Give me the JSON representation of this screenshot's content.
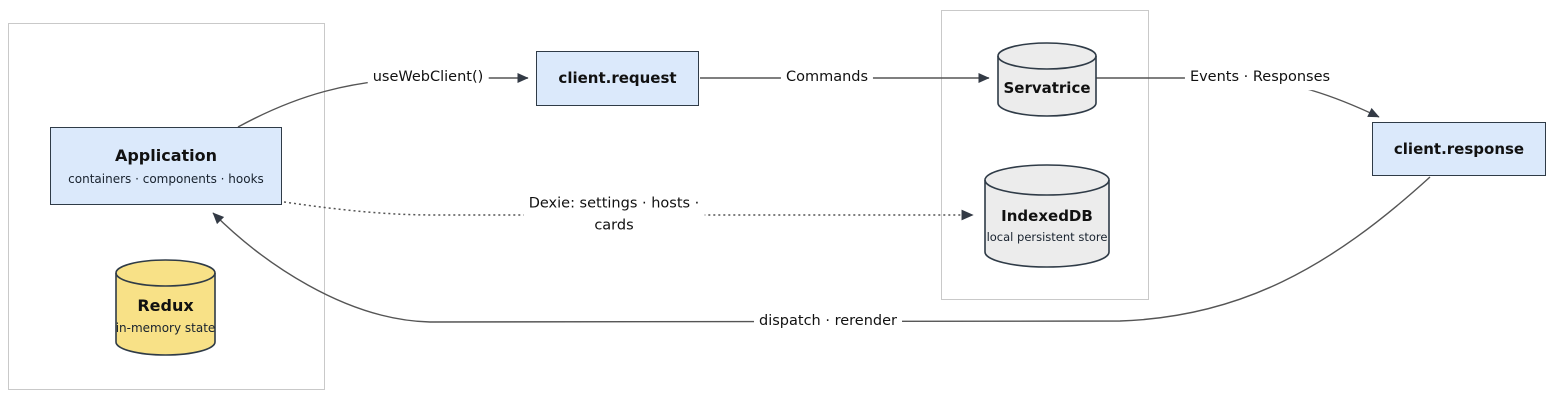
{
  "diagram": {
    "type": "architecture-flowchart",
    "nodes": {
      "application": {
        "shape": "rect",
        "title": "Application",
        "subtitle": "containers · components · hooks"
      },
      "redux": {
        "shape": "cylinder",
        "title": "Redux",
        "subtitle": "in-memory state"
      },
      "client_request": {
        "shape": "rect",
        "title": "client.request"
      },
      "servatrice": {
        "shape": "cylinder",
        "title": "Servatrice"
      },
      "indexeddb": {
        "shape": "cylinder",
        "title": "IndexedDB",
        "subtitle": "local persistent store"
      },
      "client_response": {
        "shape": "rect",
        "title": "client.response"
      }
    },
    "edges": {
      "use_web_client": {
        "label": "useWebClient()",
        "from": "application",
        "to": "client_request",
        "style": "solid"
      },
      "commands": {
        "label": "Commands",
        "from": "client_request",
        "to": "servatrice",
        "style": "solid"
      },
      "events_responses": {
        "label": "Events · Responses",
        "from": "servatrice",
        "to": "client_response",
        "style": "solid"
      },
      "dexie": {
        "label": "Dexie: settings · hosts · cards",
        "lines": [
          "Dexie: settings · hosts ·",
          "cards"
        ],
        "from": "application",
        "to": "indexeddb",
        "style": "dotted"
      },
      "dispatch_rerender": {
        "label": "dispatch · rerender",
        "from": "client_response",
        "to": "application",
        "style": "solid"
      }
    },
    "colors": {
      "node_fill_blue": "#dbe9fb",
      "node_stroke": "#2f3b47",
      "cylinder_gray_fill": "#ececec",
      "cylinder_yellow_fill": "#f8e187",
      "group_stroke": "#c9c9c9",
      "edge_stroke": "#555555",
      "label_text": "#111111"
    }
  }
}
